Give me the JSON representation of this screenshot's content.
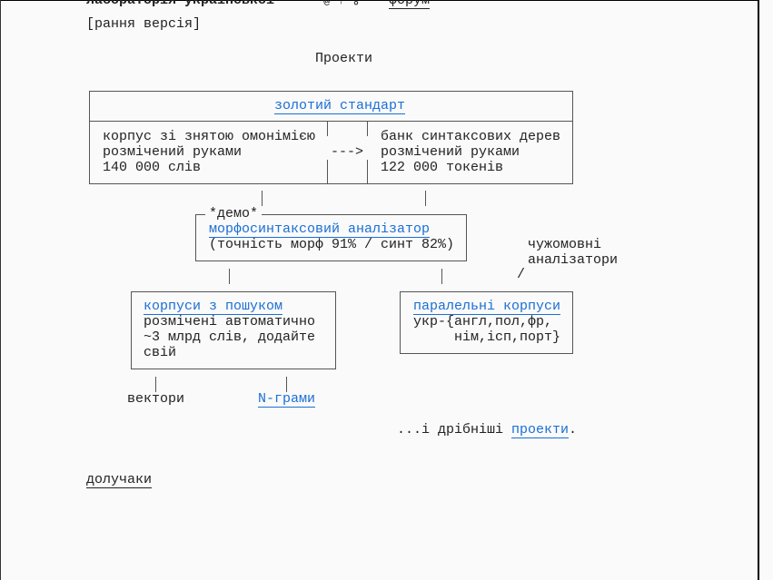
{
  "header": {
    "title": "лабораторія української",
    "icons": [
      "at-icon",
      "up-arrow-icon",
      "key-icon"
    ],
    "forum_link": "форум"
  },
  "version": "[рання версія]",
  "section_title": "Проекти",
  "gold": {
    "title": "золотий стандарт",
    "left": [
      "корпус зі знятою омонімією",
      "розмічений руками",
      "140 000 слів"
    ],
    "arrow": "--->",
    "right": [
      "банк синтаксових дерев",
      "розмічений руками",
      "122 000 токенів"
    ]
  },
  "analyzer": {
    "demo": "*демо*",
    "title": "морфосинтаксовий аналізатор",
    "accuracy": "(точність морф 91% / синт 82%)"
  },
  "foreign": [
    "чужомовні",
    "аналізатори"
  ],
  "search_corpora": {
    "title": "корпуси з пошуком",
    "lines": [
      "розмічені автоматично",
      "~3 млрд слів, додайте",
      "свій"
    ]
  },
  "parallel": {
    "title": "паралельні корпуси",
    "lines": [
      "укр-{англ,пол,фр,",
      "     нім,ісп,порт}"
    ]
  },
  "vectors": "вектори",
  "ngrams": "N-грами",
  "smaller": {
    "prefix": "...і дрібніші ",
    "link": "проекти",
    "suffix": "."
  },
  "downloads": "долучаки"
}
